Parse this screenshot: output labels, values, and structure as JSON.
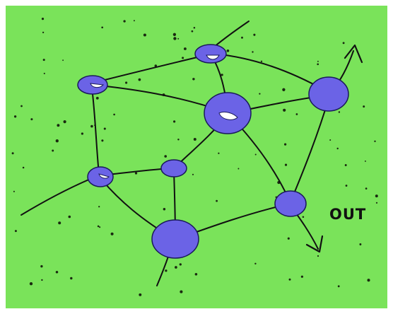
{
  "diagram": {
    "colors": {
      "background": "#7ae35a",
      "frame": "#ffffff",
      "node_fill": "#6b63e6",
      "node_stroke": "#1a1a5a",
      "line": "#111111",
      "dots": "#1a2a10",
      "node_center_mark": "#ffffff"
    },
    "labels": {
      "out": "OUT"
    },
    "nodes": [
      {
        "id": "n-top",
        "size": "medium",
        "marked": true
      },
      {
        "id": "n-left-top",
        "size": "medium",
        "marked": true
      },
      {
        "id": "n-center",
        "size": "large",
        "marked": true
      },
      {
        "id": "n-right",
        "size": "large",
        "marked": false
      },
      {
        "id": "n-left-mid",
        "size": "small",
        "marked": true
      },
      {
        "id": "n-mid",
        "size": "small",
        "marked": false
      },
      {
        "id": "n-right-low",
        "size": "medium",
        "marked": false
      },
      {
        "id": "n-bottom",
        "size": "large",
        "marked": false
      }
    ],
    "arrows": [
      {
        "id": "arrow-top-right",
        "direction": "outward"
      },
      {
        "id": "arrow-bottom-right",
        "direction": "outward"
      }
    ]
  }
}
